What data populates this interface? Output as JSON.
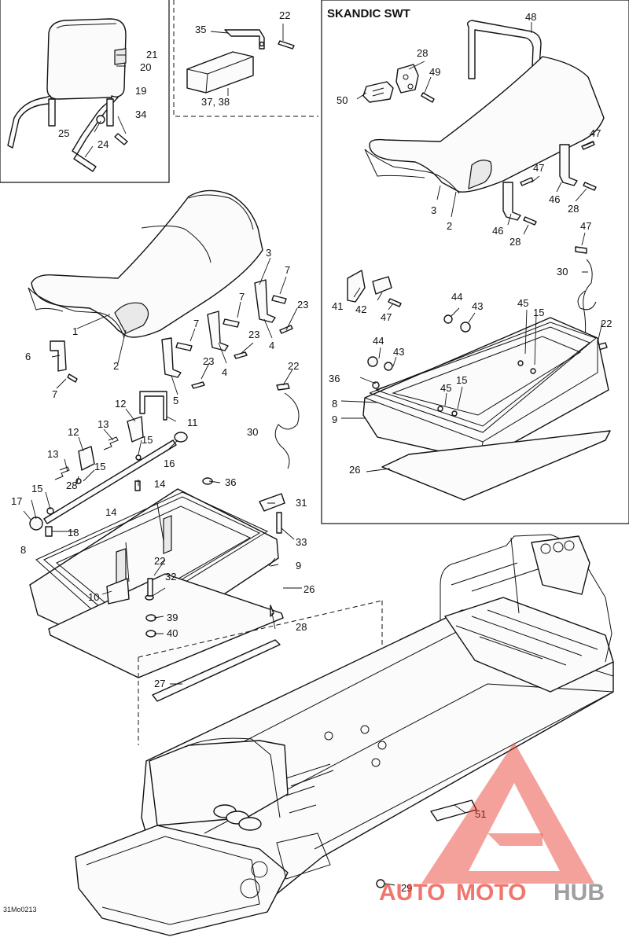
{
  "section_title": "SKANDIC SWT",
  "drawing_code": "31Mo0213",
  "callouts": {
    "c21": "21",
    "c20": "20",
    "c19": "19",
    "c25": "25",
    "c34": "34",
    "c24": "24",
    "c35": "35",
    "c22a": "22",
    "c3738": "37, 38",
    "c48": "48",
    "c28a": "28",
    "c49": "49",
    "c50": "50",
    "c47a": "47",
    "c3a": "3",
    "c2a": "2",
    "c47b": "47",
    "c46a": "46",
    "c28b": "28",
    "c46b": "46",
    "c28c": "28",
    "c47c": "47",
    "c30a": "30",
    "c22b": "22",
    "c41": "41",
    "c42": "42",
    "c47d": "47",
    "c44a": "44",
    "c43a": "43",
    "c45a": "45",
    "c15a": "15",
    "c44b": "44",
    "c43b": "43",
    "c36a": "36",
    "c45b": "45",
    "c15b": "15",
    "c8a": "8",
    "c9a": "9",
    "c26a": "26",
    "c3b": "3",
    "c7a": "7",
    "c7b": "7",
    "c23a": "23",
    "c7c": "7",
    "c4a": "4",
    "c23b": "23",
    "c4b": "4",
    "c6": "6",
    "c7d": "7",
    "c1": "1",
    "c2b": "2",
    "c23c": "23",
    "c5": "5",
    "c22c": "22",
    "c12a": "12",
    "c11": "11",
    "c13a": "13",
    "c15c": "15",
    "c12b": "12",
    "c16": "16",
    "c30b": "30",
    "c13b": "13",
    "c15d": "15",
    "c28d": "28",
    "c14a": "14",
    "c36b": "36",
    "c15e": "15",
    "c14b": "14",
    "c31": "31",
    "c17": "17",
    "c18": "18",
    "c33": "33",
    "c8b": "8",
    "c22d": "22",
    "c9b": "9",
    "c10": "10",
    "c32": "32",
    "c26b": "26",
    "c39": "39",
    "c40": "40",
    "c28e": "28",
    "c27": "27",
    "c51": "51",
    "c29": "29"
  },
  "watermark": {
    "part1": "AUTO",
    "part2": "MOTO",
    "part3": "HUB"
  },
  "colors": {
    "watermark_red": "#e8352b",
    "watermark_grey": "#7a7a7a",
    "line": "#111111"
  }
}
